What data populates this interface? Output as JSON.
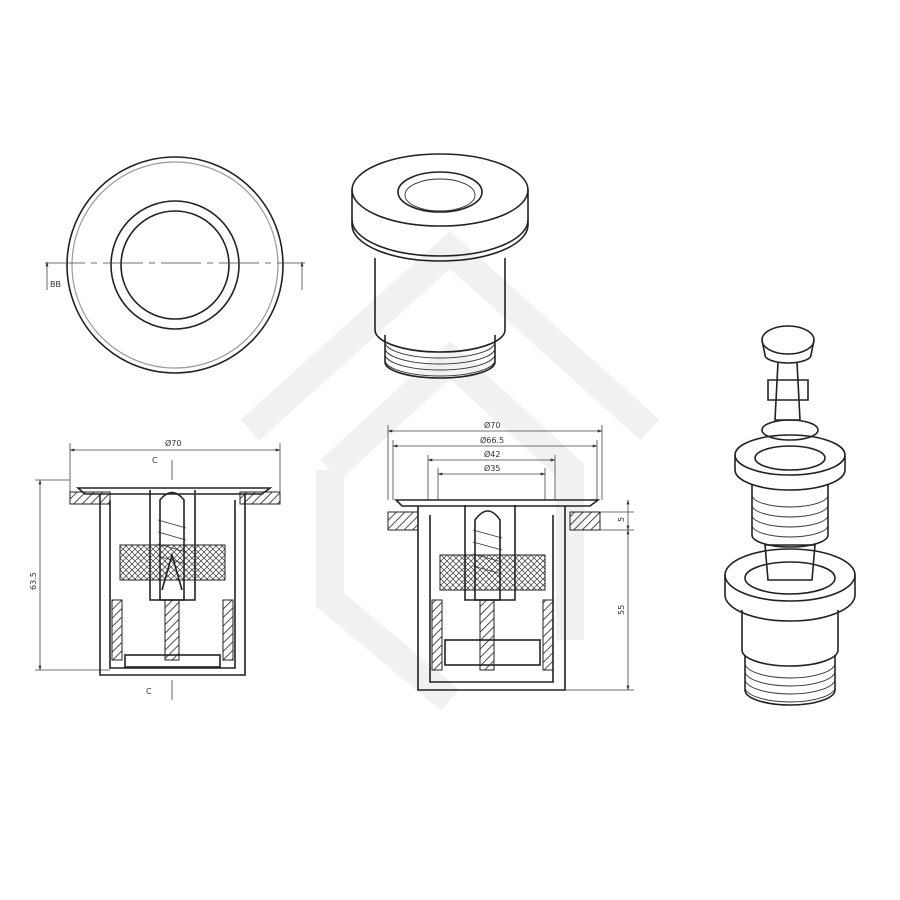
{
  "colors": {
    "line": "#222222",
    "watermark": "#f1f1f1",
    "background": "#ffffff"
  },
  "top_view": {
    "section_label": "BB"
  },
  "section_cc": {
    "diameter": "Ø70",
    "section_top": "C",
    "section_bottom": "C",
    "height": "63.5"
  },
  "section_side": {
    "d1": "Ø70",
    "d2": "Ø66.5",
    "d3": "Ø42",
    "d4": "Ø35",
    "flange_height": "5",
    "body_height": "55"
  }
}
